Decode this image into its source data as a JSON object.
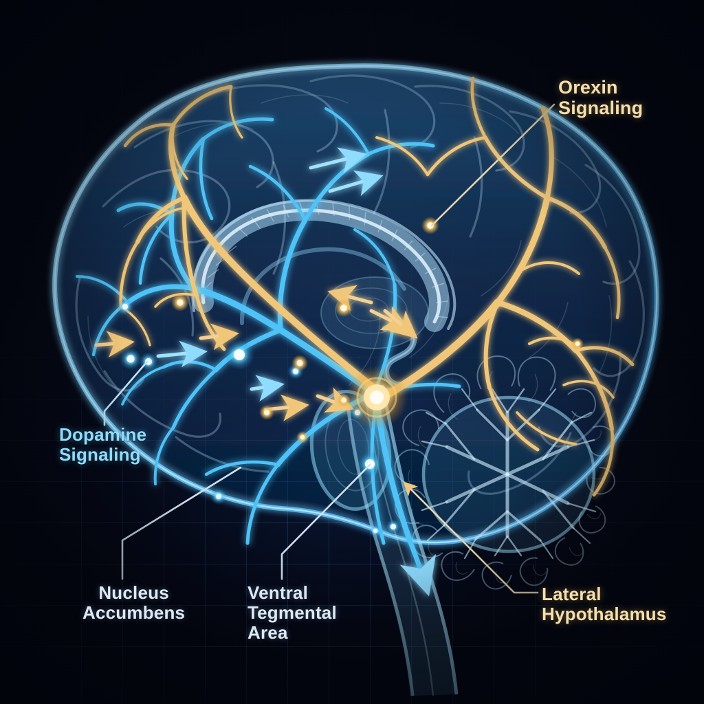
{
  "figure": {
    "title": "Sagittal brain diagram of dopamine and orexin signaling pathways",
    "background_color": "#05091a",
    "dopamine_color": "#4fc3f7",
    "orexin_color": "#f0c77a",
    "label_white_color": "#dde8f6"
  },
  "labels": {
    "orexin": {
      "text": "Orexin\nSignaling",
      "color": "#f6dfae"
    },
    "dopamine": {
      "text": "Dopamine\nSignaling",
      "color": "#8fdcff"
    },
    "nucleus_accumbens": {
      "text": "Nucleus\nAccumbens",
      "color": "#dde8f6"
    },
    "ventral_tegmental_area": {
      "text": "Ventral\nTegmental\nArea",
      "color": "#dde8f6"
    },
    "lateral_hypothalamus": {
      "text": "Lateral\nHypothalamus",
      "color": "#f6dfae"
    }
  },
  "structures": [
    {
      "name": "cerebral-cortex"
    },
    {
      "name": "corpus-callosum"
    },
    {
      "name": "cerebellum"
    },
    {
      "name": "brainstem"
    },
    {
      "name": "thalamus"
    },
    {
      "name": "lateral-hypothalamus-hub"
    },
    {
      "name": "ventral-tegmental-area"
    },
    {
      "name": "nucleus-accumbens"
    }
  ],
  "pathways": [
    {
      "name": "dopamine-mesocortical",
      "color": "#4fc3f7"
    },
    {
      "name": "dopamine-mesolimbic",
      "color": "#4fc3f7"
    },
    {
      "name": "dopamine-descending-brainstem",
      "color": "#4fc3f7"
    },
    {
      "name": "orexin-cortical-projection",
      "color": "#f0c77a"
    },
    {
      "name": "orexin-to-vta",
      "color": "#f0c77a"
    }
  ]
}
